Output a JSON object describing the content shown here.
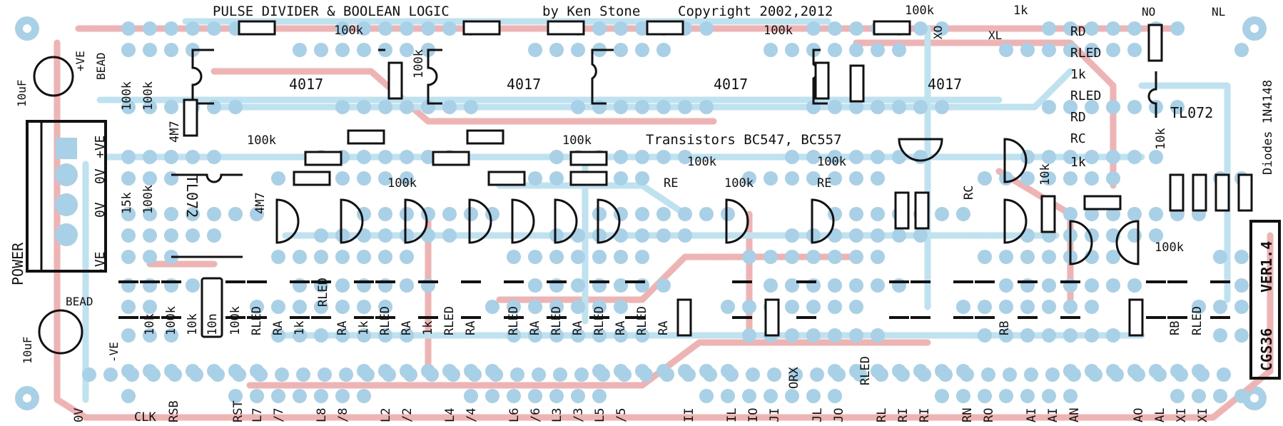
{
  "header": {
    "title": "PULSE DIVIDER & BOOLEAN LOGIC",
    "author": "by Ken Stone",
    "copyright": "Copyright 2002,2012"
  },
  "board": {
    "id": "CGS36",
    "version": "VER1.4",
    "transistors_note": "Transistors BC547, BC557",
    "diodes_note": "Diodes 1N4148"
  },
  "ic_labels": [
    "4017",
    "4017",
    "4017",
    "4017",
    "TL072",
    "TL072"
  ],
  "power": {
    "connector_label": "POWER",
    "pins": [
      "-VE",
      "0V",
      "0V",
      "+VE"
    ],
    "cap_top": "10uF",
    "cap_bottom": "10uF",
    "bead_top": "BEAD",
    "bead_bottom": "BEAD",
    "plus_ve": "+VE",
    "minus_ve": "-VE"
  },
  "resistor_values": {
    "r100k": "100k",
    "r1k": "1k",
    "r10k": "10k",
    "r15k": "15k",
    "r4m7": "4M7",
    "c10n": "10n"
  },
  "right_labels": [
    "RD",
    "RLED",
    "1k",
    "RLED",
    "RD",
    "RC",
    "1k"
  ],
  "top_right_labels": [
    "NO",
    "NL",
    "XO",
    "XL"
  ],
  "bottom_labels": [
    "0V",
    "CLK",
    "RSB",
    "RST",
    "L7",
    "/7",
    "L8",
    "/8",
    "L2",
    "/2",
    "L4",
    "/4",
    "L6",
    "/6",
    "L3",
    "/3",
    "L5",
    "/5",
    "II",
    "IL",
    "IO",
    "JI",
    "JL",
    "JO",
    "RL",
    "RI",
    "RI",
    "RN",
    "RO",
    "AI",
    "AI",
    "AN",
    "AO",
    "AL",
    "XI",
    "XI"
  ],
  "row_labels": [
    "10k",
    "100k",
    "10k",
    "100k",
    "RLED",
    "RA",
    "1k",
    "RA",
    "1k",
    "RLED",
    "RA",
    "1k",
    "RLED",
    "RA",
    "RLED",
    "RA",
    "RLED",
    "RA",
    "RLED",
    "RA",
    "RLED",
    "RA"
  ],
  "misc_labels": [
    "RE",
    "RE",
    "RC",
    "RB",
    "RB",
    "ORX",
    "RLED",
    "RLED",
    "RLED"
  ],
  "colors": {
    "pad": "#a8d0e6",
    "top_trace": "#bfe2f0",
    "bottom_trace": "#f0b3b3",
    "silk": "#111111"
  }
}
